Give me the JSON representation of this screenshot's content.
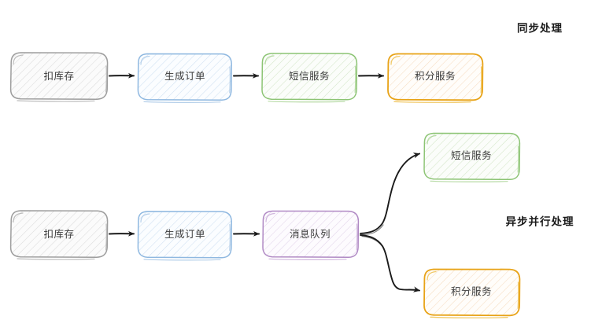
{
  "diagram": {
    "title_sync": "同步处理",
    "title_async": "异步并行处理",
    "sync_flow": {
      "label": "同步处理",
      "nodes": [
        {
          "id": "sync-deduct-stock",
          "label": "扣库存",
          "color": "#9e9e9e"
        },
        {
          "id": "sync-create-order",
          "label": "生成订单",
          "color": "#8fb8e0"
        },
        {
          "id": "sync-sms-service",
          "label": "短信服务",
          "color": "#8cc474"
        },
        {
          "id": "sync-points-service",
          "label": "积分服务",
          "color": "#e8a317"
        }
      ],
      "edges": [
        {
          "from": "扣库存",
          "to": "生成订单"
        },
        {
          "from": "生成订单",
          "to": "短信服务"
        },
        {
          "from": "短信服务",
          "to": "积分服务"
        }
      ]
    },
    "async_flow": {
      "label": "异步并行处理",
      "nodes": [
        {
          "id": "async-deduct-stock",
          "label": "扣库存",
          "color": "#9e9e9e"
        },
        {
          "id": "async-create-order",
          "label": "生成订单",
          "color": "#8fb8e0"
        },
        {
          "id": "async-message-queue",
          "label": "消息队列",
          "color": "#b089c4"
        },
        {
          "id": "async-sms-service",
          "label": "短信服务",
          "color": "#8cc474"
        },
        {
          "id": "async-points-service",
          "label": "积分服务",
          "color": "#e8a317"
        }
      ],
      "edges": [
        {
          "from": "扣库存",
          "to": "生成订单"
        },
        {
          "from": "生成订单",
          "to": "消息队列"
        },
        {
          "from": "消息队列",
          "to": "短信服务"
        },
        {
          "from": "消息队列",
          "to": "积分服务"
        }
      ]
    },
    "colors": {
      "background": "#ffffff",
      "arrow": "#1a1a1a",
      "text": "#3b3b3b",
      "gray": "#9e9e9e",
      "blue": "#8fb8e0",
      "green": "#8cc474",
      "orange": "#e8a317",
      "purple": "#b089c4"
    }
  }
}
